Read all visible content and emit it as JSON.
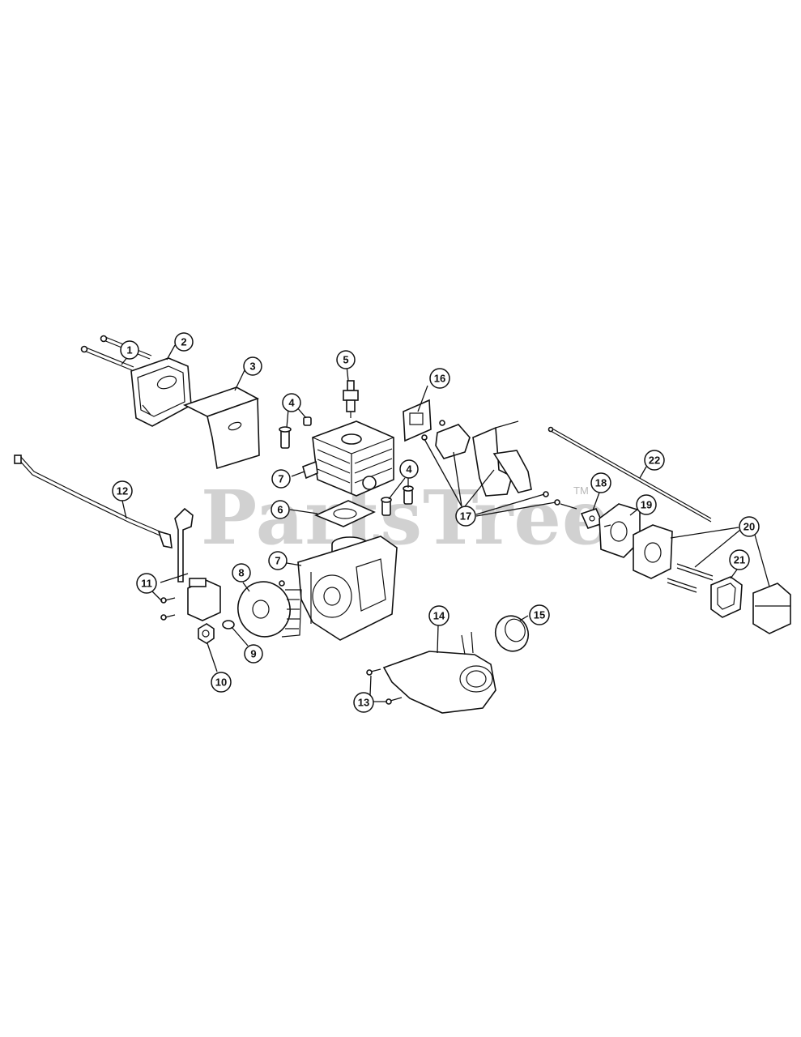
{
  "watermark": {
    "text": "PartsTree",
    "trademark": "TM"
  },
  "callouts": [
    {
      "id": "c1",
      "label": "1"
    },
    {
      "id": "c2",
      "label": "2"
    },
    {
      "id": "c3",
      "label": "3"
    },
    {
      "id": "c4a",
      "label": "4"
    },
    {
      "id": "c4b",
      "label": "4"
    },
    {
      "id": "c5",
      "label": "5"
    },
    {
      "id": "c6",
      "label": "6"
    },
    {
      "id": "c7a",
      "label": "7"
    },
    {
      "id": "c7b",
      "label": "7"
    },
    {
      "id": "c8",
      "label": "8"
    },
    {
      "id": "c9",
      "label": "9"
    },
    {
      "id": "c10",
      "label": "10"
    },
    {
      "id": "c11",
      "label": "11"
    },
    {
      "id": "c12",
      "label": "12"
    },
    {
      "id": "c13",
      "label": "13"
    },
    {
      "id": "c14",
      "label": "14"
    },
    {
      "id": "c15",
      "label": "15"
    },
    {
      "id": "c16",
      "label": "16"
    },
    {
      "id": "c17",
      "label": "17"
    },
    {
      "id": "c18",
      "label": "18"
    },
    {
      "id": "c19",
      "label": "19"
    },
    {
      "id": "c20",
      "label": "20"
    },
    {
      "id": "c21",
      "label": "21"
    },
    {
      "id": "c22",
      "label": "22"
    }
  ]
}
